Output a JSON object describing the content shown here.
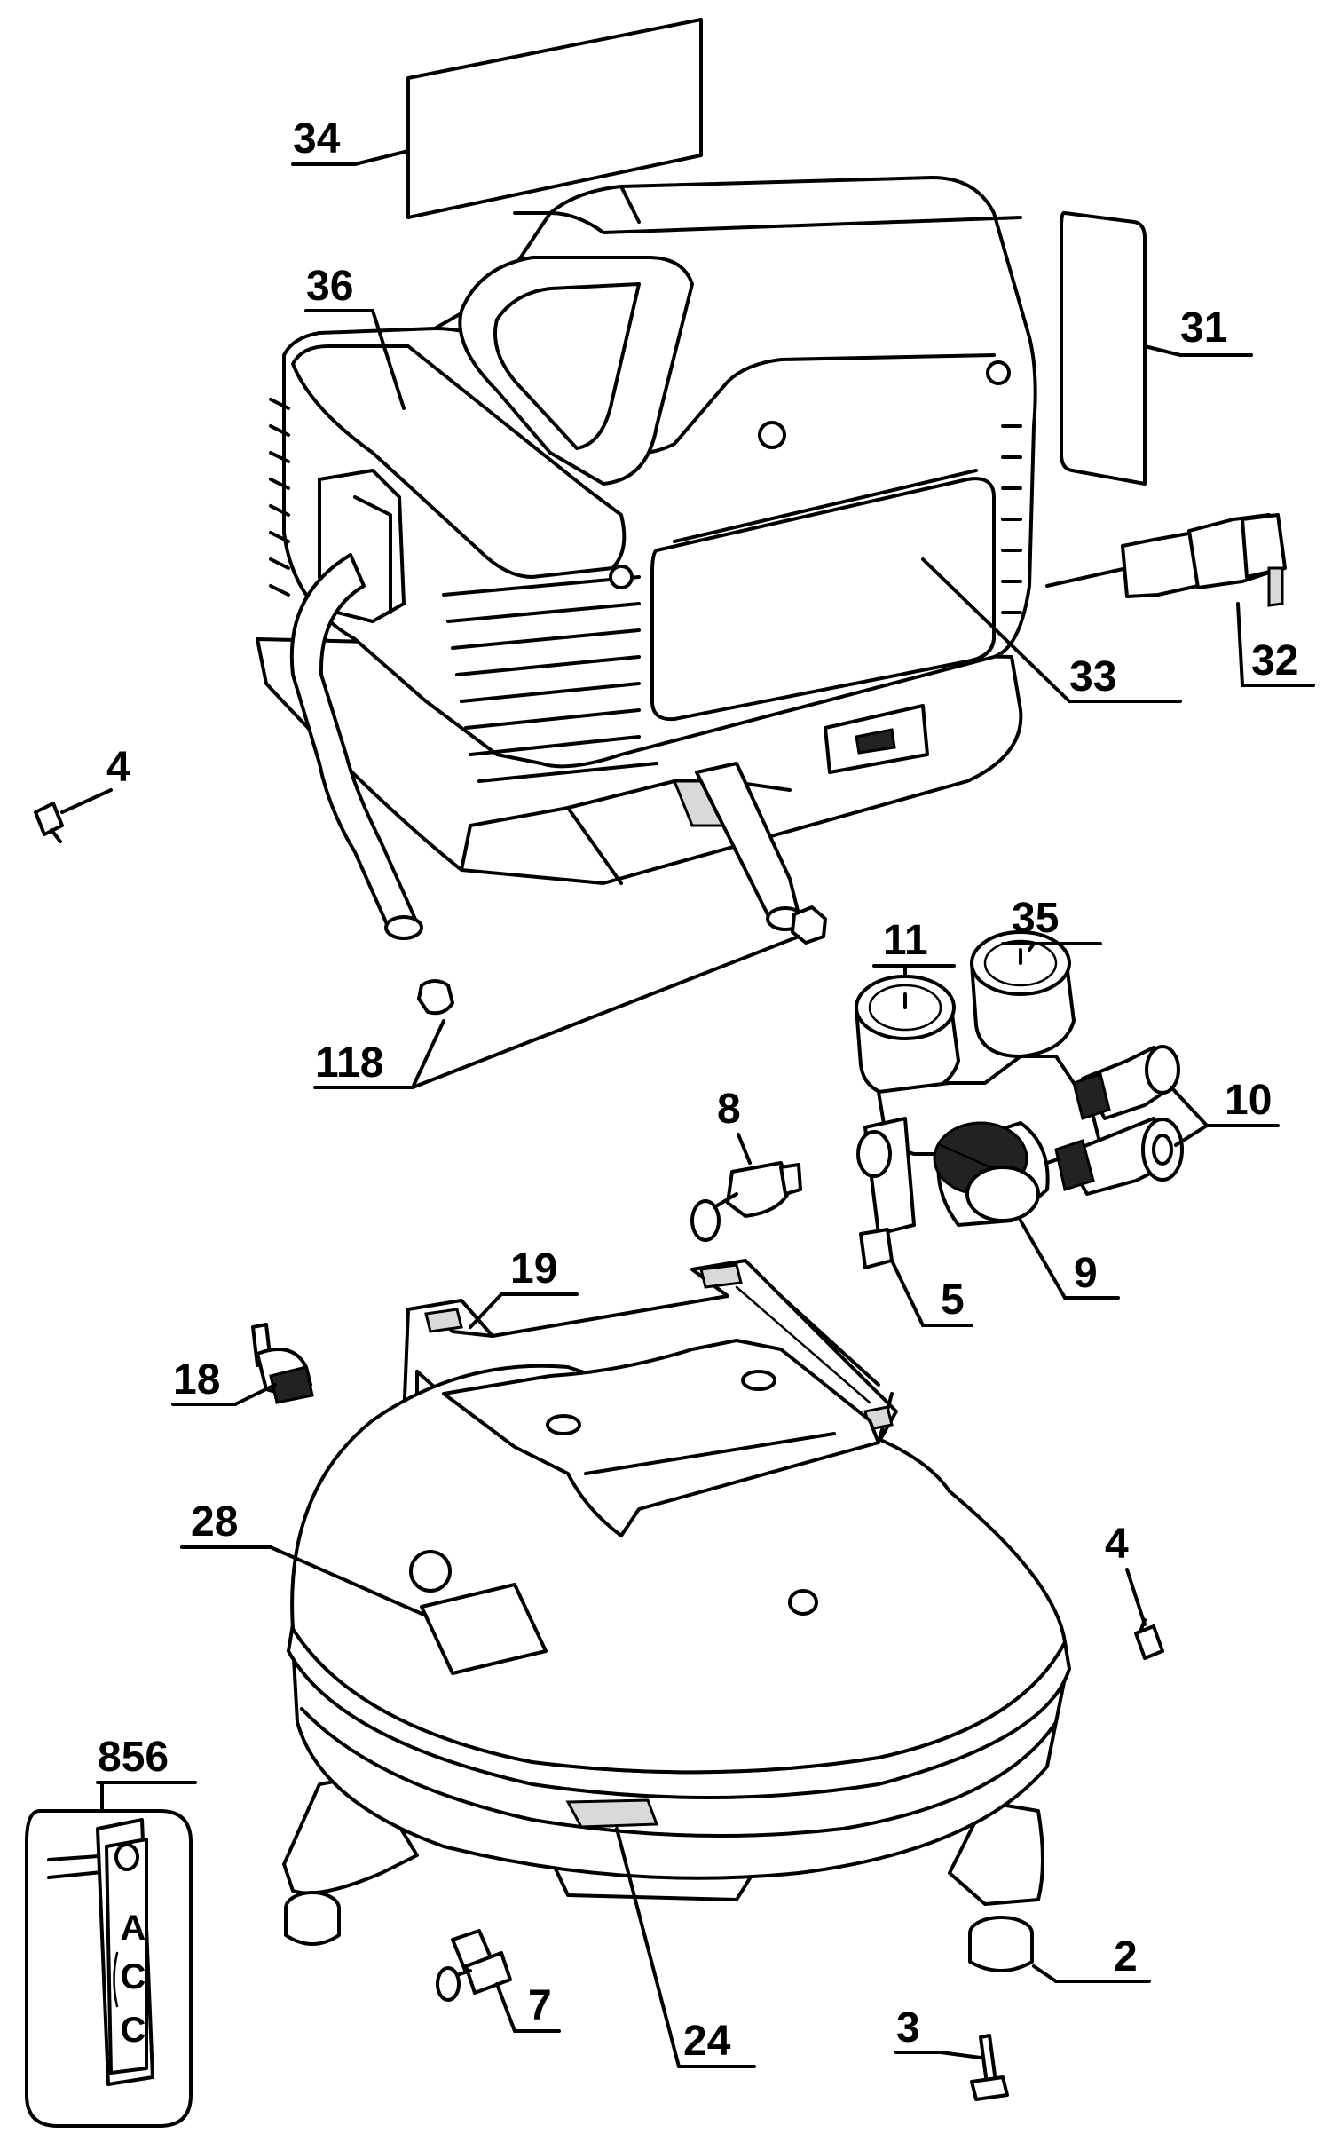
{
  "labels": {
    "p34": "34",
    "p36": "36",
    "p31": "31",
    "p33": "33",
    "p32": "32",
    "p4a": "4",
    "p11": "11",
    "p35": "35",
    "p118": "118",
    "p8": "8",
    "p10": "10",
    "p19": "19",
    "p5": "5",
    "p9": "9",
    "p18": "18",
    "p28": "28",
    "p4b": "4",
    "p856": "856",
    "p2": "2",
    "p7": "7",
    "p24": "24",
    "p3": "3"
  },
  "tag_text": {
    "line1": "A",
    "line2": "C",
    "line3": "C"
  }
}
